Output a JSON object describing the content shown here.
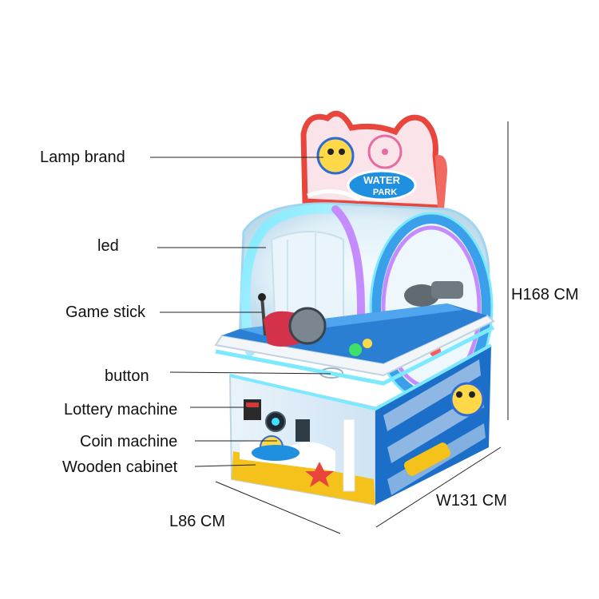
{
  "labels": {
    "lamp_brand": "Lamp brand",
    "led": "led",
    "game_stick": "Game stick",
    "button": "button",
    "lottery_machine": "Lottery machine",
    "coin_machine": "Coin machine",
    "wooden_cabinet": "Wooden cabinet"
  },
  "dimensions": {
    "height": "H168 CM",
    "width": "W131 CM",
    "length": "L86 CM"
  },
  "marquee": {
    "line1": "WATER",
    "line2": "PARK"
  },
  "colors": {
    "leader_line": "#222222",
    "cabinet_blue": "#1c6fc9",
    "neon_cyan": "#6fe8ff",
    "neon_purple": "#b46cff",
    "marquee_red": "#e8453c",
    "cabinet_yellow": "#f5c21b"
  }
}
